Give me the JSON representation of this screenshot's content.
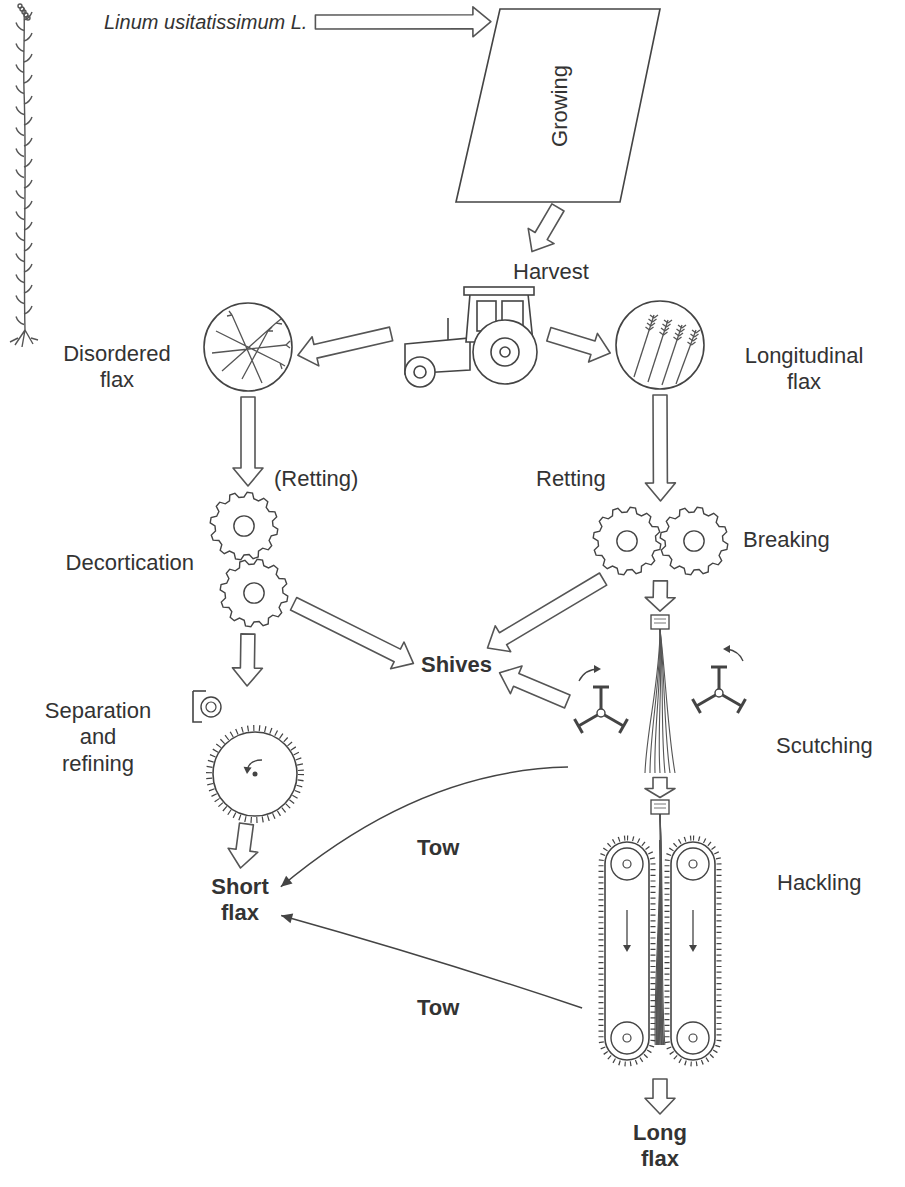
{
  "diagram": {
    "nodes": [
      {
        "text": [
          "Linum usitatissimum L."
        ]
      },
      {
        "text": [
          "Growing"
        ]
      },
      {
        "text": [
          "Harvest"
        ]
      },
      {
        "text": [
          "Disordered flax"
        ]
      },
      {
        "text": [
          "Longitudinal flax"
        ]
      },
      {
        "text": [
          "Decortication"
        ]
      },
      {
        "text": [
          "Breaking"
        ]
      },
      {
        "text": [
          "Shives"
        ]
      },
      {
        "text": [
          "Separation and refining"
        ]
      },
      {
        "text": [
          "Scutching"
        ]
      },
      {
        "text": [
          "Short flax"
        ]
      },
      {
        "text": [
          "Hackling"
        ]
      },
      {
        "text": [
          "Long flax"
        ]
      }
    ],
    "edges": [
      {
        "from": 0,
        "to": 1,
        "arrow": "to"
      },
      {
        "from": 1,
        "to": 2,
        "arrow": "to"
      },
      {
        "from": 2,
        "to": 3,
        "arrow": "to"
      },
      {
        "from": 2,
        "to": 4,
        "arrow": "to"
      },
      {
        "from": 3,
        "to": 5,
        "label": "(Retting)",
        "arrow": "to"
      },
      {
        "from": 4,
        "to": 6,
        "label": "Retting",
        "arrow": "to"
      },
      {
        "from": 5,
        "to": 7,
        "arrow": "to"
      },
      {
        "from": 6,
        "to": 7,
        "arrow": "to"
      },
      {
        "from": 5,
        "to": 8,
        "arrow": "to"
      },
      {
        "from": 6,
        "to": 9,
        "arrow": "to"
      },
      {
        "from": 9,
        "to": 7,
        "arrow": "to"
      },
      {
        "from": 8,
        "to": 10,
        "arrow": "to"
      },
      {
        "from": 9,
        "to": 10,
        "label": "Tow",
        "arrow": "to"
      },
      {
        "from": 9,
        "to": 11,
        "arrow": "to"
      },
      {
        "from": 11,
        "to": 10,
        "label": "Tow",
        "arrow": "to"
      },
      {
        "from": 11,
        "to": 12,
        "arrow": "to"
      }
    ]
  }
}
